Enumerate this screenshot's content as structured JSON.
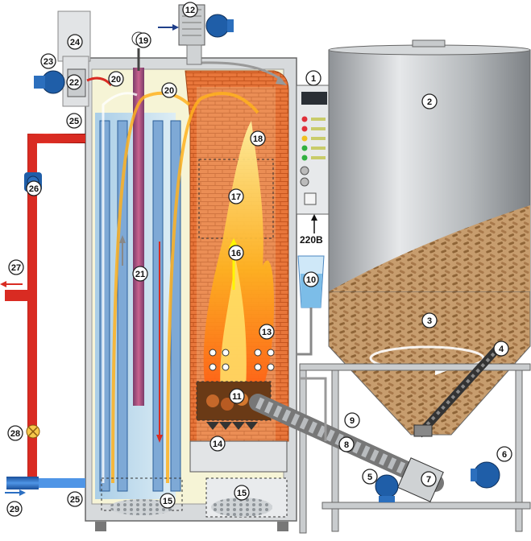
{
  "voltage_label": "220B",
  "callouts": [
    "1",
    "2",
    "3",
    "4",
    "5",
    "6",
    "7",
    "8",
    "9",
    "10",
    "11",
    "12",
    "13",
    "14",
    "15",
    "15",
    "16",
    "17",
    "18",
    "19",
    "20",
    "20",
    "21",
    "22",
    "23",
    "24",
    "25",
    "25",
    "26",
    "27",
    "28",
    "29"
  ],
  "colors": {
    "hot_water": "#d92b22",
    "cold_water": "#2b6fc2",
    "brick": "#e06a2c",
    "steel": "#b9bcbf",
    "pellets": "#b88a5c",
    "flame": "#ffb21e"
  },
  "icons": [
    "motor-icon",
    "fan-icon",
    "pressure-gauge-icon",
    "pump-icon",
    "valve-icon",
    "control-panel-icon",
    "auger-icon"
  ]
}
